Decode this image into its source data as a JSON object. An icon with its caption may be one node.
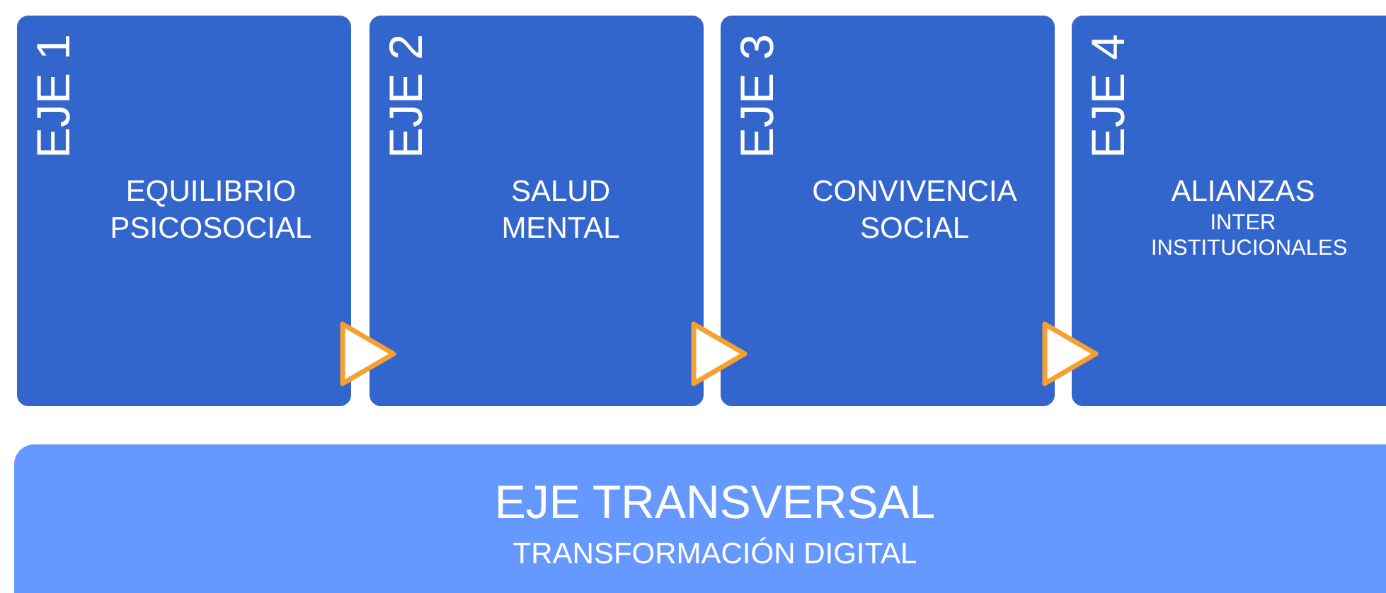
{
  "diagram": {
    "nodes": [
      {
        "text": [
          "EJE 1",
          "EQUILIBRIO PSICOSOCIAL"
        ]
      },
      {
        "text": [
          "EJE 2",
          "SALUD MENTAL"
        ]
      },
      {
        "text": [
          "EJE 3",
          "CONVIVENCIA SOCIAL"
        ]
      },
      {
        "text": [
          "EJE 4",
          "ALIANZAS",
          "INTER INSTITUCIONALES"
        ]
      },
      {
        "text": [
          "EJE TRANSVERSAL",
          "TRANSFORMACIÓN DIGITAL"
        ]
      }
    ],
    "edges": [
      {
        "from": 0,
        "to": 1,
        "arrow": "to"
      },
      {
        "from": 1,
        "to": 2,
        "arrow": "to"
      },
      {
        "from": 2,
        "to": 3,
        "arrow": "to"
      }
    ]
  }
}
